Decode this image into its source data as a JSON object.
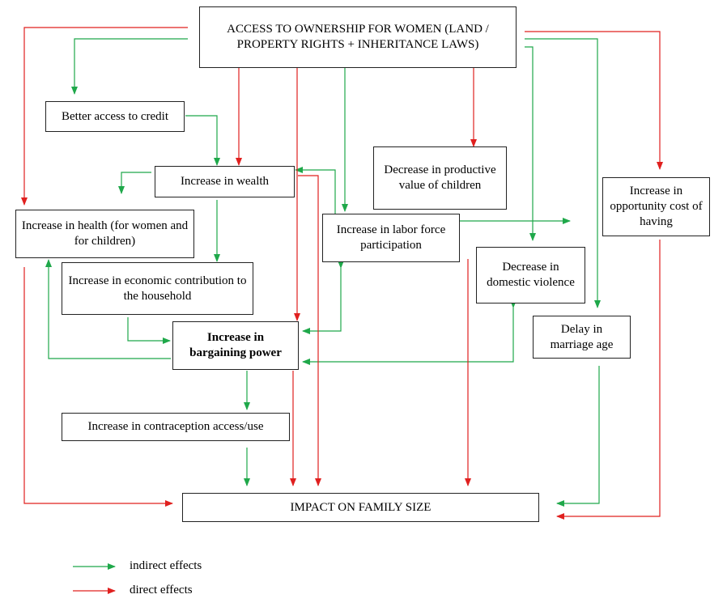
{
  "nodes": {
    "access": "ACCESS TO OWNERSHIP FOR WOMEN (LAND / PROPERTY RIGHTS + INHERITANCE LAWS)",
    "credit": "Better access to credit",
    "wealth": "Increase in wealth",
    "health": "Increase in health (for women and for children)",
    "economic": "Increase in economic contribution to the household",
    "bargaining": "Increase in bargaining power",
    "labor": "Increase in labor force participation",
    "productive": "Decrease in productive value of children",
    "violence": "Decrease in domestic violence",
    "marriage": "Delay in marriage age",
    "opportunity": "Increase in opportunity cost of having",
    "contraception": "Increase in contraception access/use",
    "family": "IMPACT ON FAMILY SIZE"
  },
  "legend": {
    "indirect": "indirect effects",
    "direct": "direct effects"
  },
  "colors": {
    "indirect": "#1fa84a",
    "direct": "#e0201f",
    "border": "#222222"
  }
}
